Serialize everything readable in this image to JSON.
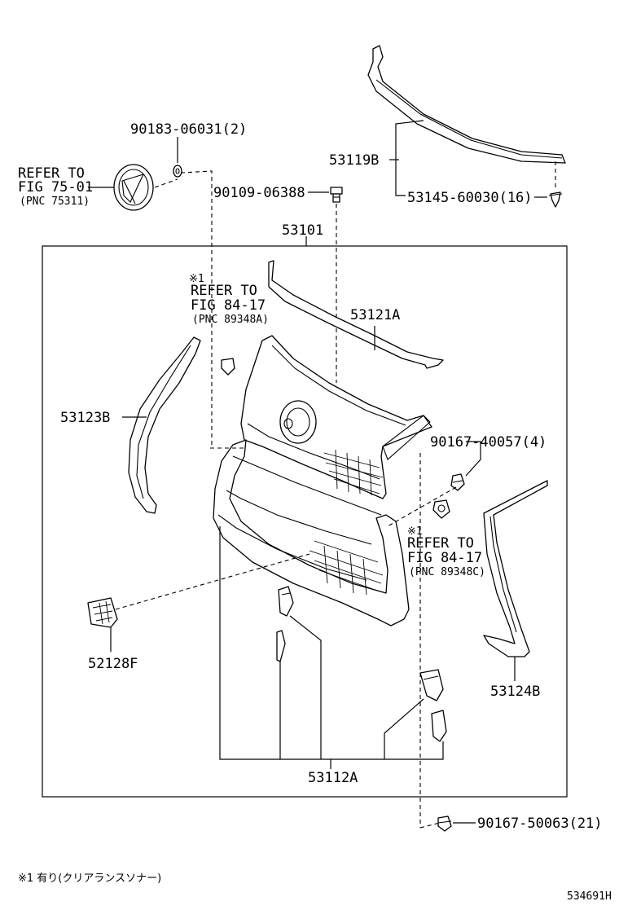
{
  "diagram_id": "534691H",
  "footnote": "※1 有り(クリアランスソナー)",
  "labels": {
    "p90183": "90183-06031(2)",
    "refer_75_a": "REFER TO",
    "refer_75_b": "FIG 75-01",
    "refer_75_c": "(PNC 75311)",
    "p53119b": "53119B",
    "p90109": "90109-06388",
    "p53145": "53145-60030(16)",
    "p53101": "53101",
    "note1_mark": "※1",
    "refer_84a_a": "REFER TO",
    "refer_84a_b": "FIG 84-17",
    "refer_84a_c": "(PNC 89348A)",
    "p53121a": "53121A",
    "p53123b": "53123B",
    "p90167_4": "90167-40057(4)",
    "note2_mark": "※1",
    "refer_84c_a": "REFER TO",
    "refer_84c_b": "FIG 84-17",
    "refer_84c_c": "(PNC 89348C)",
    "p52128f": "52128F",
    "p53124b": "53124B",
    "p53112a": "53112A",
    "p90167_21": "90167-50063(21)"
  }
}
